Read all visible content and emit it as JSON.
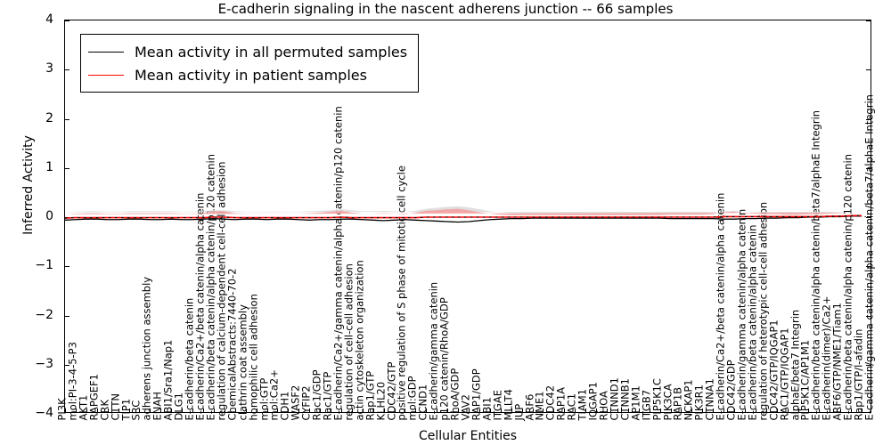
{
  "title": "E-cadherin signaling in the nascent adherens junction -- 66 samples",
  "axes": {
    "ylabel": "Inferred Activity",
    "xlabel": "Cellular Entities",
    "yticks": [
      "4",
      "3",
      "2",
      "1",
      "0",
      "-1",
      "-2",
      "-3",
      "-4"
    ],
    "ylim": [
      -4,
      4
    ]
  },
  "legend": {
    "items": [
      {
        "label": "Mean activity in all permuted samples",
        "color": "#000000"
      },
      {
        "label": "Mean activity in patient samples",
        "color": "#ff0000"
      }
    ]
  },
  "colors": {
    "permuted_line": "#000000",
    "patient_line": "#ff0000",
    "permuted_band": "#d9d9d9",
    "patient_band": "#f4a0a0",
    "frame": "#000000",
    "background": "#ffffff"
  },
  "chart_data": {
    "type": "line",
    "title": "E-cadherin signaling in the nascent adherens junction -- 66 samples",
    "xlabel": "Cellular Entities",
    "ylabel": "Inferred Activity",
    "ylim": [
      -4,
      4
    ],
    "grid": false,
    "legend_position": "upper-left",
    "categories": [
      "PI3K",
      "mol:PI-3-4-5-P3",
      "AKT1",
      "RAPGEF1",
      "CRK",
      "CTTN",
      "TIP1",
      "SRC",
      "adherens junction assembly",
      "ENAH",
      "ABI1/Sra1/Nap1",
      "DLG1",
      "E-cadherin/beta catenin",
      "E-cadherin/Ca2+/beta catenin/alpha catenin",
      "E-cadherin/beta catenin/alpha catenin/p120 catenin",
      "regulation of calcium-dependent cell-cell adhesion",
      "ChemicalAbstracts:7440-70-2",
      "clathrin coat assembly",
      "homophilic cell adhesion",
      "mol:GTP",
      "mol:Ca2+",
      "CDH1",
      "WASF2",
      "CYFIP2",
      "Rac1/GDP",
      "Rac1/GTP",
      "E-cadherin/Ca2+/gamma catenin/alpha catenin/p120 catenin",
      "regulation of cell-cell adhesion",
      "actin cytoskeleton organization",
      "Rap1/GTP",
      "KLHL20",
      "CDC42/GTP",
      "positive regulation of S phase of mitotic cell cycle",
      "mol:GDP",
      "CCND1",
      "E-cadherin/gamma catenin",
      "p120 catenin/RhoA/GDP",
      "RhoA/GDP",
      "VAV2",
      "RAP1/GDP",
      "ABI1",
      "ITGAE",
      "MLLT4",
      "JUP",
      "ARF6",
      "NME1",
      "CDC42",
      "RAP1A",
      "RAC1",
      "TIAM1",
      "IQGAP1",
      "RHOA",
      "CTNND1",
      "CTNNB1",
      "AP1M1",
      "ITGB7",
      "PIP5K1C",
      "PIK3CA",
      "RAP1B",
      "NCKAP1",
      "PIK3R1",
      "CTNNA1",
      "E-cadherin/Ca2+/beta catenin/alpha catenin",
      "CDC42/GDP",
      "E-cadherin/gamma catenin/alpha catenin",
      "E-cadherin/beta catenin/alpha catenin",
      "regulation of heterotypic cell-cell adhesion",
      "CDC42/GTP/IQGAP1",
      "RAC1/GTP/IQGAP1",
      "alphaE/beta7 Integrin",
      "PIP5K1C/AP1M1",
      "E-cadherin/beta catenin/alpha catenin/beta7/alphaE Integrin",
      "E-cadherin(dimer)/Ca2+",
      "ARF6/GTP/NME1/Tiam1",
      "E-cadherin/beta catenin/alpha catenin/p120 catenin",
      "Rap1/GTP/l-afadin",
      "E-cadherin/gamma catenin/alpha catenin/beta7/alphaE Integrin"
    ],
    "series": [
      {
        "name": "Mean activity in all permuted samples",
        "color": "#000000",
        "style": "solid",
        "values": [
          -0.06,
          -0.05,
          -0.04,
          -0.04,
          -0.05,
          -0.05,
          -0.04,
          -0.04,
          -0.05,
          -0.05,
          -0.04,
          -0.05,
          -0.05,
          -0.04,
          -0.03,
          -0.04,
          -0.05,
          -0.04,
          -0.04,
          -0.05,
          -0.04,
          -0.04,
          -0.05,
          -0.06,
          -0.05,
          -0.05,
          -0.04,
          -0.04,
          -0.05,
          -0.06,
          -0.07,
          -0.06,
          -0.05,
          -0.06,
          -0.07,
          -0.08,
          -0.09,
          -0.1,
          -0.09,
          -0.07,
          -0.05,
          -0.04,
          -0.03,
          -0.03,
          -0.02,
          -0.02,
          -0.02,
          -0.02,
          -0.02,
          -0.02,
          -0.02,
          -0.02,
          -0.02,
          -0.02,
          -0.02,
          -0.02,
          -0.02,
          -0.03,
          -0.03,
          -0.03,
          -0.03,
          -0.03,
          -0.04,
          -0.04,
          -0.03,
          -0.03,
          -0.02,
          -0.02,
          -0.01,
          -0.01,
          0.0,
          0.0,
          0.01,
          0.01,
          0.02,
          0.02
        ],
        "band_upper": [
          0.1,
          0.11,
          0.12,
          0.12,
          0.11,
          0.11,
          0.12,
          0.12,
          0.12,
          0.12,
          0.12,
          0.11,
          0.11,
          0.12,
          0.14,
          0.14,
          0.12,
          0.11,
          0.11,
          0.11,
          0.11,
          0.11,
          0.11,
          0.12,
          0.13,
          0.14,
          0.16,
          0.14,
          0.12,
          0.12,
          0.13,
          0.12,
          0.11,
          0.13,
          0.17,
          0.19,
          0.21,
          0.22,
          0.2,
          0.16,
          0.12,
          0.1,
          0.08,
          0.07,
          0.07,
          0.07,
          0.07,
          0.07,
          0.07,
          0.07,
          0.07,
          0.07,
          0.07,
          0.07,
          0.07,
          0.07,
          0.07,
          0.08,
          0.08,
          0.08,
          0.08,
          0.09,
          0.12,
          0.13,
          0.11,
          0.1,
          0.09,
          0.09,
          0.08,
          0.08,
          0.08,
          0.08,
          0.09,
          0.1,
          0.11,
          0.11
        ],
        "band_lower": [
          -0.22,
          -0.21,
          -0.2,
          -0.2,
          -0.21,
          -0.21,
          -0.2,
          -0.2,
          -0.22,
          -0.22,
          -0.2,
          -0.21,
          -0.21,
          -0.2,
          -0.2,
          -0.22,
          -0.22,
          -0.19,
          -0.19,
          -0.21,
          -0.19,
          -0.19,
          -0.21,
          -0.24,
          -0.23,
          -0.24,
          -0.24,
          -0.22,
          -0.22,
          -0.24,
          -0.27,
          -0.24,
          -0.21,
          -0.25,
          -0.31,
          -0.35,
          -0.39,
          -0.42,
          -0.38,
          -0.3,
          -0.22,
          -0.18,
          -0.14,
          -0.13,
          -0.11,
          -0.11,
          -0.11,
          -0.11,
          -0.11,
          -0.11,
          -0.11,
          -0.11,
          -0.11,
          -0.11,
          -0.11,
          -0.11,
          -0.11,
          -0.14,
          -0.14,
          -0.14,
          -0.14,
          -0.15,
          -0.2,
          -0.21,
          -0.17,
          -0.16,
          -0.13,
          -0.13,
          -0.1,
          -0.1,
          -0.08,
          -0.08,
          -0.07,
          -0.08,
          -0.07,
          -0.07
        ]
      },
      {
        "name": "Mean activity in patient samples",
        "color": "#ff0000",
        "style": "dotted",
        "values": [
          -0.02,
          -0.01,
          -0.01,
          -0.01,
          -0.01,
          -0.01,
          -0.01,
          -0.01,
          -0.01,
          -0.01,
          -0.01,
          -0.01,
          -0.01,
          -0.01,
          0.0,
          0.0,
          -0.01,
          -0.01,
          -0.01,
          -0.01,
          -0.01,
          -0.01,
          -0.01,
          -0.01,
          -0.01,
          -0.01,
          0.0,
          -0.01,
          -0.01,
          -0.01,
          -0.01,
          -0.01,
          -0.01,
          -0.01,
          0.0,
          0.0,
          0.0,
          0.0,
          0.0,
          0.0,
          0.0,
          0.0,
          0.0,
          0.0,
          0.0,
          0.0,
          0.0,
          0.0,
          0.0,
          0.0,
          0.0,
          0.0,
          0.0,
          0.0,
          0.0,
          0.0,
          0.0,
          0.0,
          0.0,
          0.0,
          0.0,
          0.0,
          0.01,
          0.01,
          0.01,
          0.01,
          0.01,
          0.01,
          0.01,
          0.01,
          0.01,
          0.01,
          0.02,
          0.02,
          0.03,
          0.03
        ],
        "band_upper": [
          0.06,
          0.07,
          0.08,
          0.08,
          0.07,
          0.07,
          0.08,
          0.08,
          0.08,
          0.08,
          0.08,
          0.07,
          0.07,
          0.08,
          0.12,
          0.12,
          0.08,
          0.07,
          0.07,
          0.07,
          0.07,
          0.07,
          0.07,
          0.08,
          0.09,
          0.11,
          0.13,
          0.09,
          0.07,
          0.07,
          0.08,
          0.07,
          0.06,
          0.09,
          0.13,
          0.14,
          0.16,
          0.17,
          0.14,
          0.1,
          0.07,
          0.05,
          0.04,
          0.04,
          0.04,
          0.04,
          0.04,
          0.04,
          0.04,
          0.04,
          0.04,
          0.04,
          0.04,
          0.04,
          0.04,
          0.04,
          0.04,
          0.05,
          0.05,
          0.05,
          0.05,
          0.06,
          0.1,
          0.11,
          0.08,
          0.07,
          0.06,
          0.06,
          0.05,
          0.05,
          0.06,
          0.06,
          0.07,
          0.08,
          0.09,
          0.09
        ],
        "band_lower": [
          -0.1,
          -0.09,
          -0.09,
          -0.09,
          -0.09,
          -0.09,
          -0.09,
          -0.09,
          -0.1,
          -0.1,
          -0.09,
          -0.09,
          -0.09,
          -0.09,
          -0.11,
          -0.12,
          -0.1,
          -0.08,
          -0.08,
          -0.09,
          -0.08,
          -0.08,
          -0.09,
          -0.1,
          -0.11,
          -0.12,
          -0.13,
          -0.1,
          -0.09,
          -0.09,
          -0.1,
          -0.09,
          -0.08,
          -0.1,
          -0.14,
          -0.15,
          -0.16,
          -0.17,
          -0.15,
          -0.11,
          -0.07,
          -0.06,
          -0.05,
          -0.04,
          -0.04,
          -0.04,
          -0.04,
          -0.04,
          -0.04,
          -0.04,
          -0.04,
          -0.04,
          -0.04,
          -0.04,
          -0.04,
          -0.04,
          -0.04,
          -0.05,
          -0.05,
          -0.05,
          -0.05,
          -0.06,
          -0.09,
          -0.1,
          -0.07,
          -0.06,
          -0.05,
          -0.05,
          -0.04,
          -0.04,
          -0.04,
          -0.04,
          -0.04,
          -0.05,
          -0.04,
          -0.04
        ]
      }
    ]
  }
}
